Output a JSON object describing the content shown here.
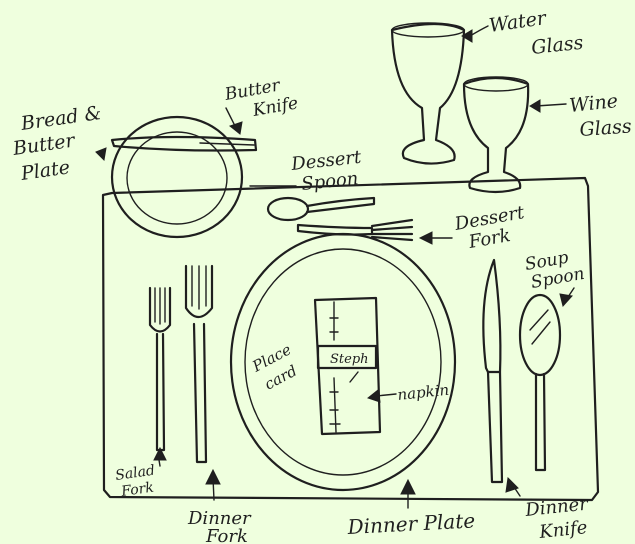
{
  "labels": {
    "water_glass_1": "Water",
    "water_glass_2": "Glass",
    "wine_glass_1": "Wine",
    "wine_glass_2": "Glass",
    "bread_plate_1": "Bread &",
    "bread_plate_2": "Butter",
    "bread_plate_3": "Plate",
    "butter_knife_1": "Butter",
    "butter_knife_2": "Knife",
    "dessert_spoon_1": "Dessert",
    "dessert_spoon_2": "Spoon",
    "dessert_fork_1": "Dessert",
    "dessert_fork_2": "Fork",
    "soup_spoon_1": "Soup",
    "soup_spoon_2": "Spoon",
    "place_card_1": "Place",
    "place_card_2": "card",
    "card_name": "Steph",
    "napkin": "napkin",
    "salad_fork_1": "Salad",
    "salad_fork_2": "Fork",
    "dinner_fork_1": "Dinner",
    "dinner_fork_2": "Fork",
    "dinner_plate": "Dinner Plate",
    "dinner_knife_1": "Dinner",
    "dinner_knife_2": "Knife"
  }
}
